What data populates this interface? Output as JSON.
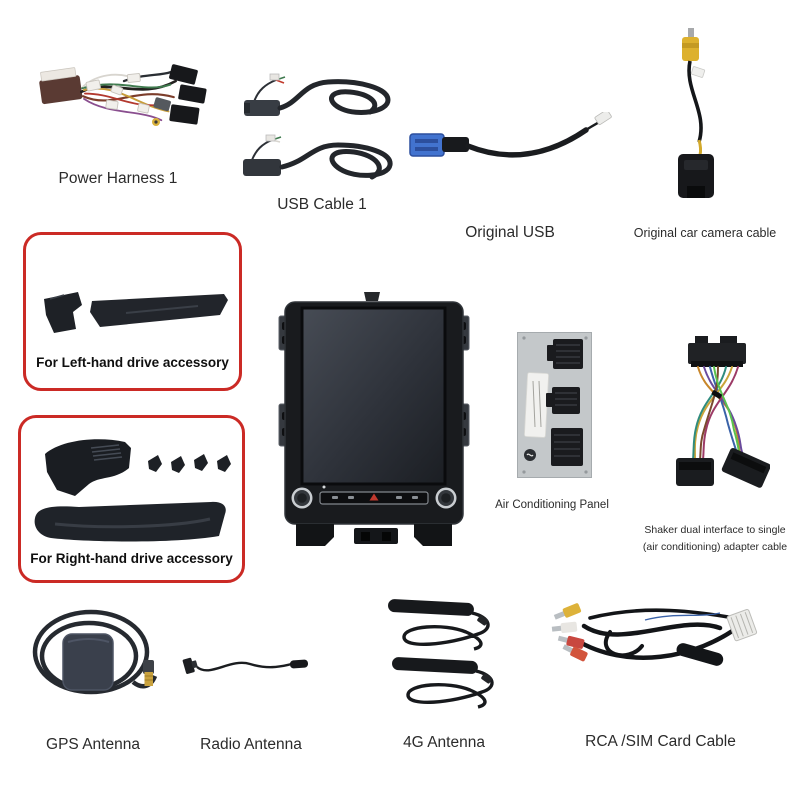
{
  "colors": {
    "background": "#ffffff",
    "highlight_border": "#cb2a25",
    "label_text": "#2b2b2b",
    "bold_label_text": "#0f0f0f"
  },
  "items": {
    "power_harness": {
      "label": "Power Harness 1"
    },
    "usb_cable": {
      "label": "USB Cable 1"
    },
    "original_usb": {
      "label": "Original USB"
    },
    "camera_cable": {
      "label": "Original car camera cable"
    },
    "left_hand_kit": {
      "label": "For Left-hand drive accessory"
    },
    "right_hand_kit": {
      "label": "For Right-hand drive accessory"
    },
    "ac_panel": {
      "label": "Air Conditioning Panel"
    },
    "shaker_adapter": {
      "label_line1": "Shaker dual interface to single",
      "label_line2": "(air conditioning) adapter cable"
    },
    "gps_antenna": {
      "label": "GPS Antenna"
    },
    "radio_antenna": {
      "label": "Radio Antenna"
    },
    "cellular_antenna": {
      "label": "4G Antenna"
    },
    "rca_sim_cable": {
      "label": "RCA /SIM Card Cable"
    }
  }
}
